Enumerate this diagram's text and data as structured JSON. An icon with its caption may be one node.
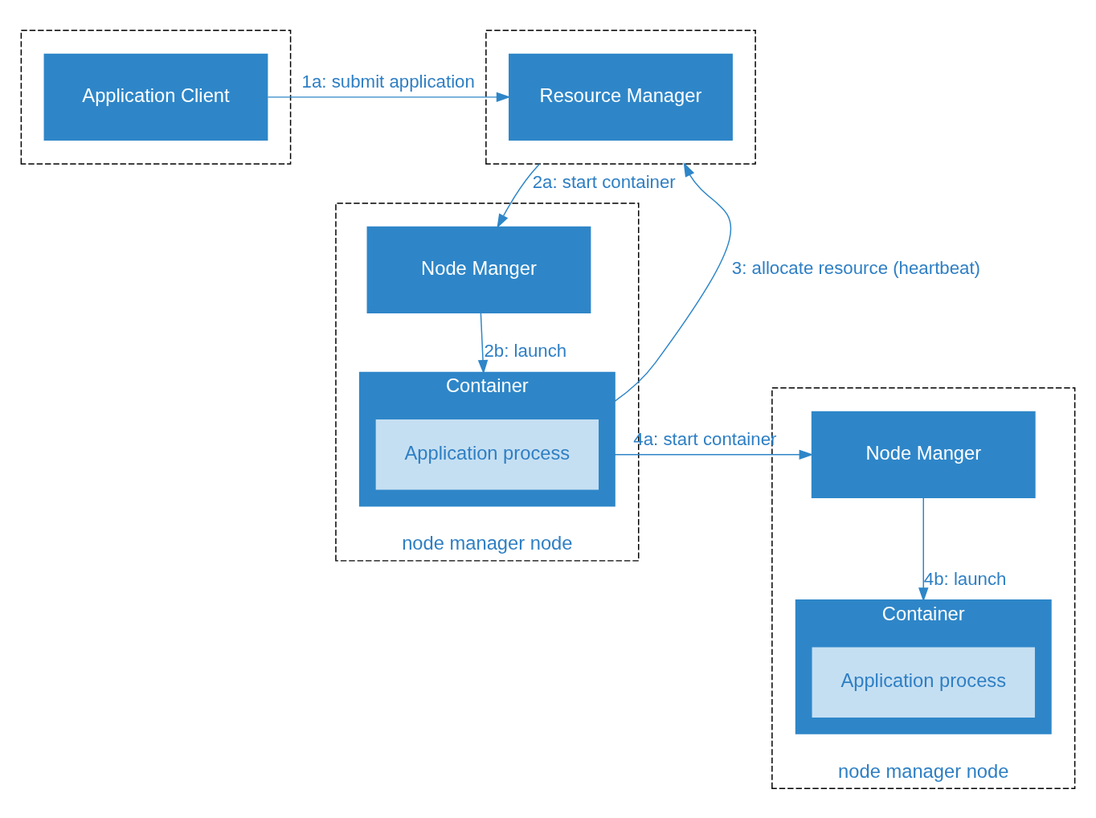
{
  "diagram": {
    "nodes": [
      {
        "text": [],
        "shape": "box"
      },
      {
        "text": [
          "Application Client"
        ],
        "in": 0
      },
      {
        "text": [],
        "shape": "box"
      },
      {
        "text": [
          "Resource Manager"
        ],
        "in": 2
      },
      {
        "text": [
          "node manager node"
        ]
      },
      {
        "text": [
          "Node Manger"
        ],
        "in": 4
      },
      {
        "text": [
          "Container"
        ],
        "in": 4
      },
      {
        "text": [
          "Application process"
        ],
        "in": 6
      },
      {
        "text": [
          "node manager node"
        ]
      },
      {
        "text": [
          "Node Manger"
        ],
        "in": 8
      },
      {
        "text": [
          "Container"
        ],
        "in": 8
      },
      {
        "text": [
          "Application process"
        ],
        "in": 10
      }
    ],
    "edges": [
      {
        "from": 1,
        "to": 3,
        "arrow": "to",
        "label": "1a: submit application"
      },
      {
        "from": 2,
        "to": 5,
        "arrow": "to",
        "label": "2a: start container"
      },
      {
        "from": 5,
        "to": 6,
        "arrow": "to",
        "label": "2b: launch"
      },
      {
        "from": 6,
        "to": 2,
        "arrow": "to",
        "label": "3: allocate resource (heartbeat)"
      },
      {
        "from": 6,
        "to": 9,
        "arrow": "to",
        "label": "4a: start container"
      },
      {
        "from": 9,
        "to": 10,
        "arrow": "to",
        "label": "4b: launch"
      }
    ]
  }
}
